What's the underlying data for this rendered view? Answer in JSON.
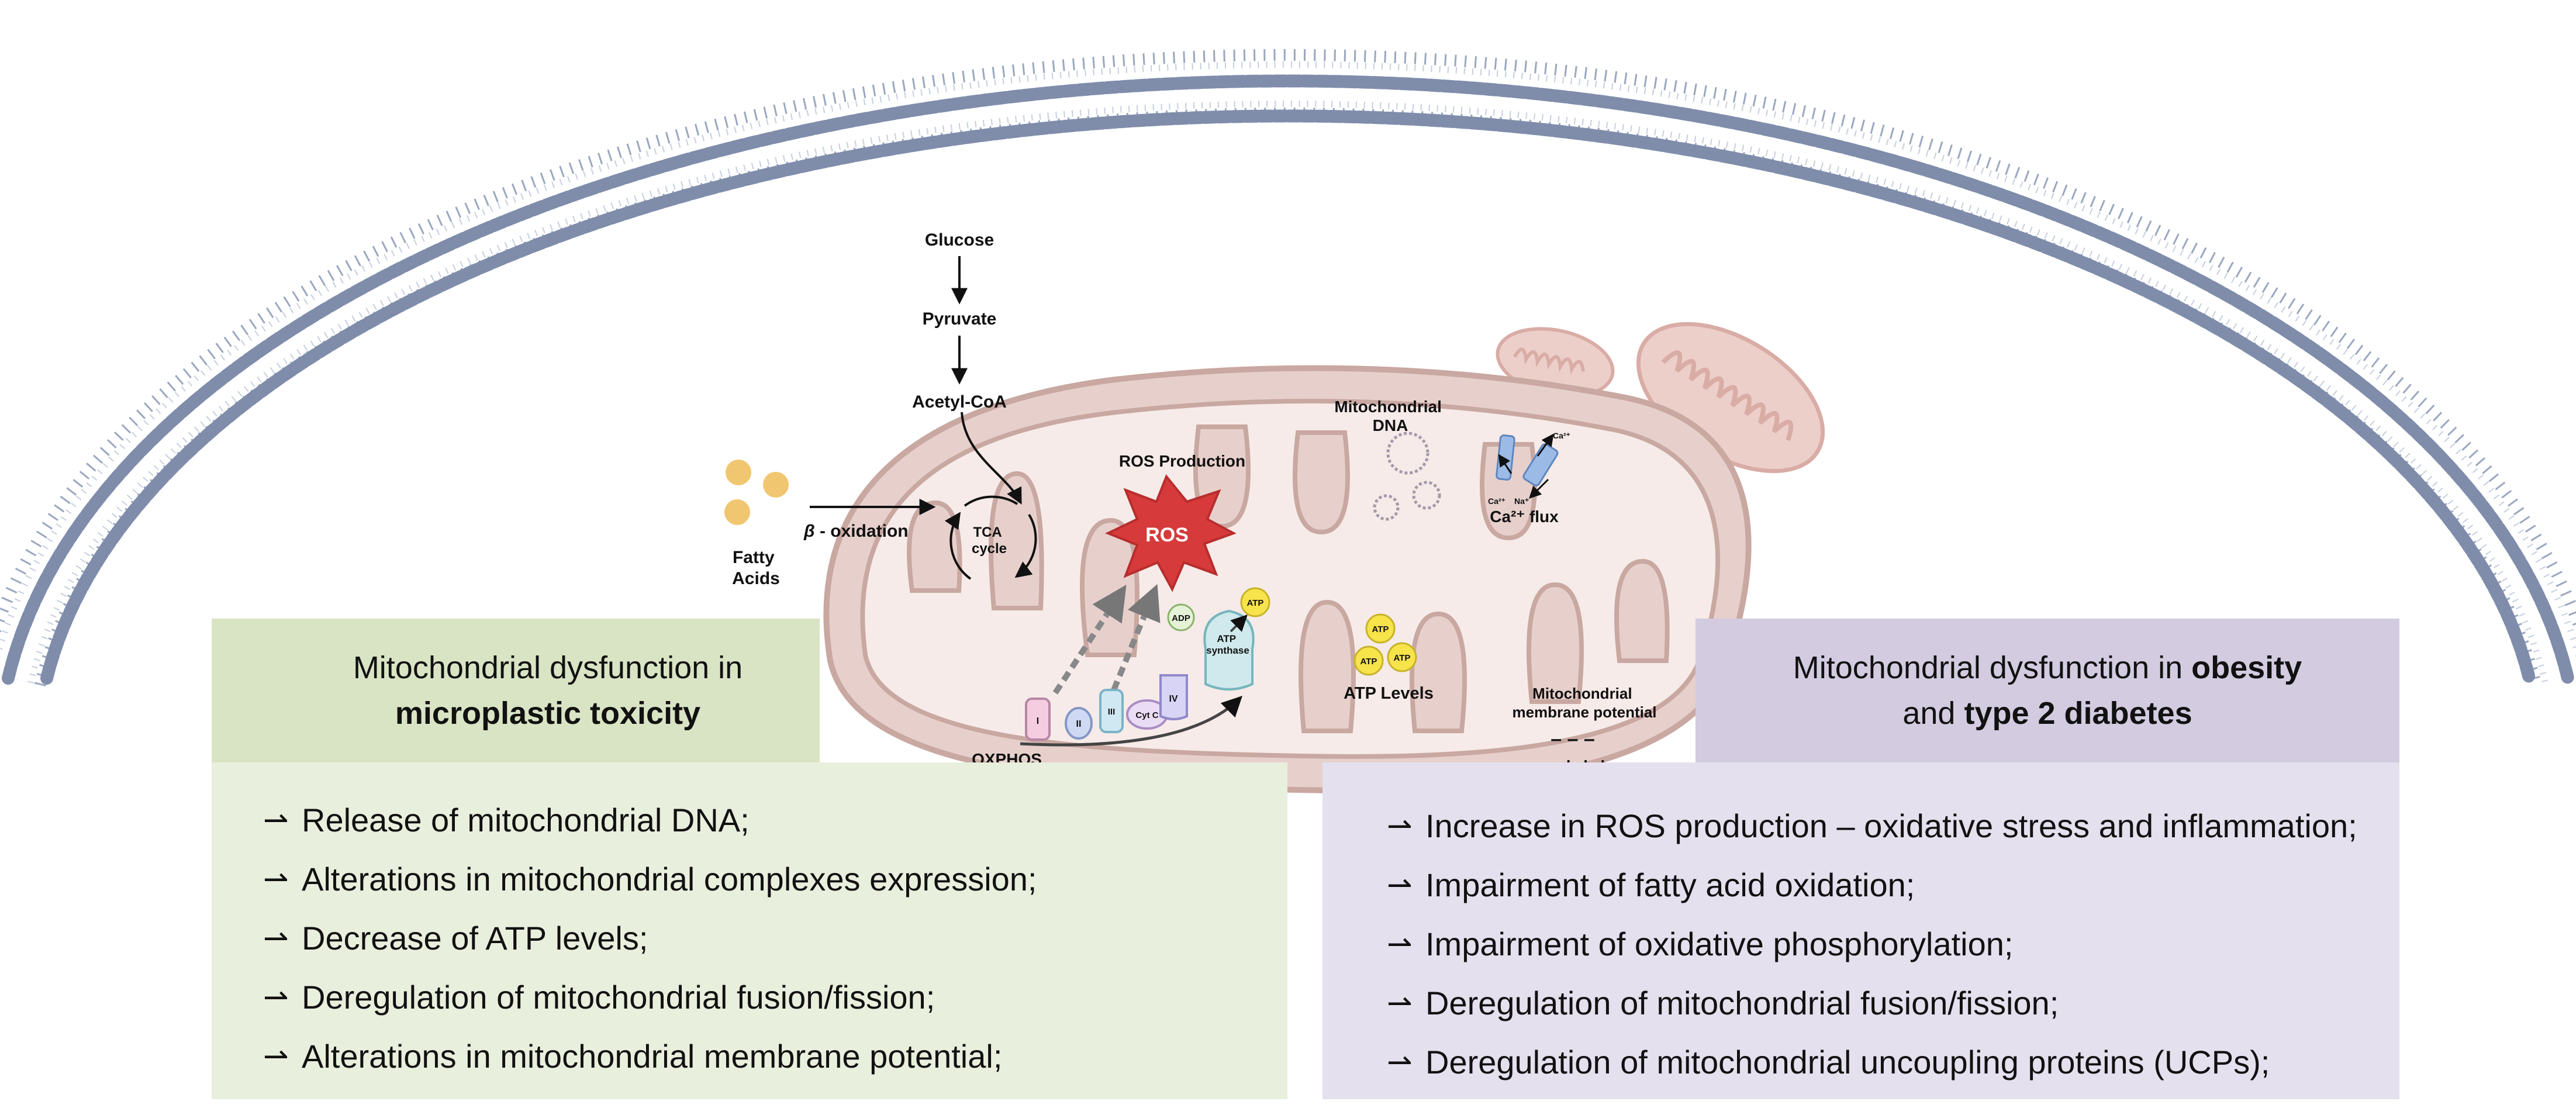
{
  "pathway": {
    "glucose": "Glucose",
    "pyruvate": "Pyruvate",
    "acetyl_coa": "Acetyl-CoA",
    "fatty_acids_line1": "Fatty",
    "fatty_acids_line2": "Acids",
    "beta_symbol": "β",
    "beta_oxidation": " - oxidation",
    "tca_line1": "TCA",
    "tca_line2": "cycle"
  },
  "mito": {
    "ros_production": "ROS Production",
    "ros": "ROS",
    "mt_dna_line1": "Mitochondrial",
    "mt_dna_line2": "DNA",
    "ca_flux": "Ca²⁺ flux",
    "ca_ion": "Ca²⁺",
    "na_ion": "Na⁺",
    "atp": "ATP",
    "adp": "ADP",
    "atp_synthase_line1": "ATP",
    "atp_synthase_line2": "synthase",
    "atp_levels": "ATP Levels",
    "membrane_line1": "Mitochondrial",
    "membrane_line2": "membrane potential",
    "minus_signs": "– – –",
    "plus_signs": "+ + +",
    "oxphos": "OXPHOS",
    "complex_1": "I",
    "complex_2": "II",
    "complex_3": "III",
    "cyt_c": "Cyt C",
    "complex_4": "IV"
  },
  "left_panel": {
    "title_line1": "Mitochondrial dysfunction in",
    "title_bold": "microplastic toxicity",
    "arrow": "⇀",
    "items": [
      "Release of mitochondrial DNA;",
      "Alterations in mitochondrial complexes expression;",
      "Decrease of ATP levels;",
      "Deregulation of mitochondrial fusion/fission;",
      "Alterations in mitochondrial membrane potential;"
    ]
  },
  "right_panel": {
    "title_pre": "Mitochondrial dysfunction in ",
    "title_bold1": "obesity",
    "title_mid": "and ",
    "title_bold2": "type 2 diabetes",
    "arrow": "⇀",
    "items": [
      "Increase in ROS production – oxidative stress and inflammation;",
      "Impairment of fatty acid oxidation;",
      "Impairment of oxidative phosphorylation;",
      "Deregulation of mitochondrial fusion/fission;",
      "Deregulation of mitochondrial uncoupling proteins (UCPs);"
    ]
  },
  "colors": {
    "left_header": "#d9e4c4",
    "left_body": "#e9efdd",
    "right_header": "#d3cbe0",
    "right_body": "#e4e0ee",
    "mito_outer": "#e7d0cc",
    "mito_inner": "#f6ebe8",
    "ros_red": "#d63a3a",
    "atp_yellow": "#f7e34a",
    "membrane_blue": "#8c9bb7"
  }
}
